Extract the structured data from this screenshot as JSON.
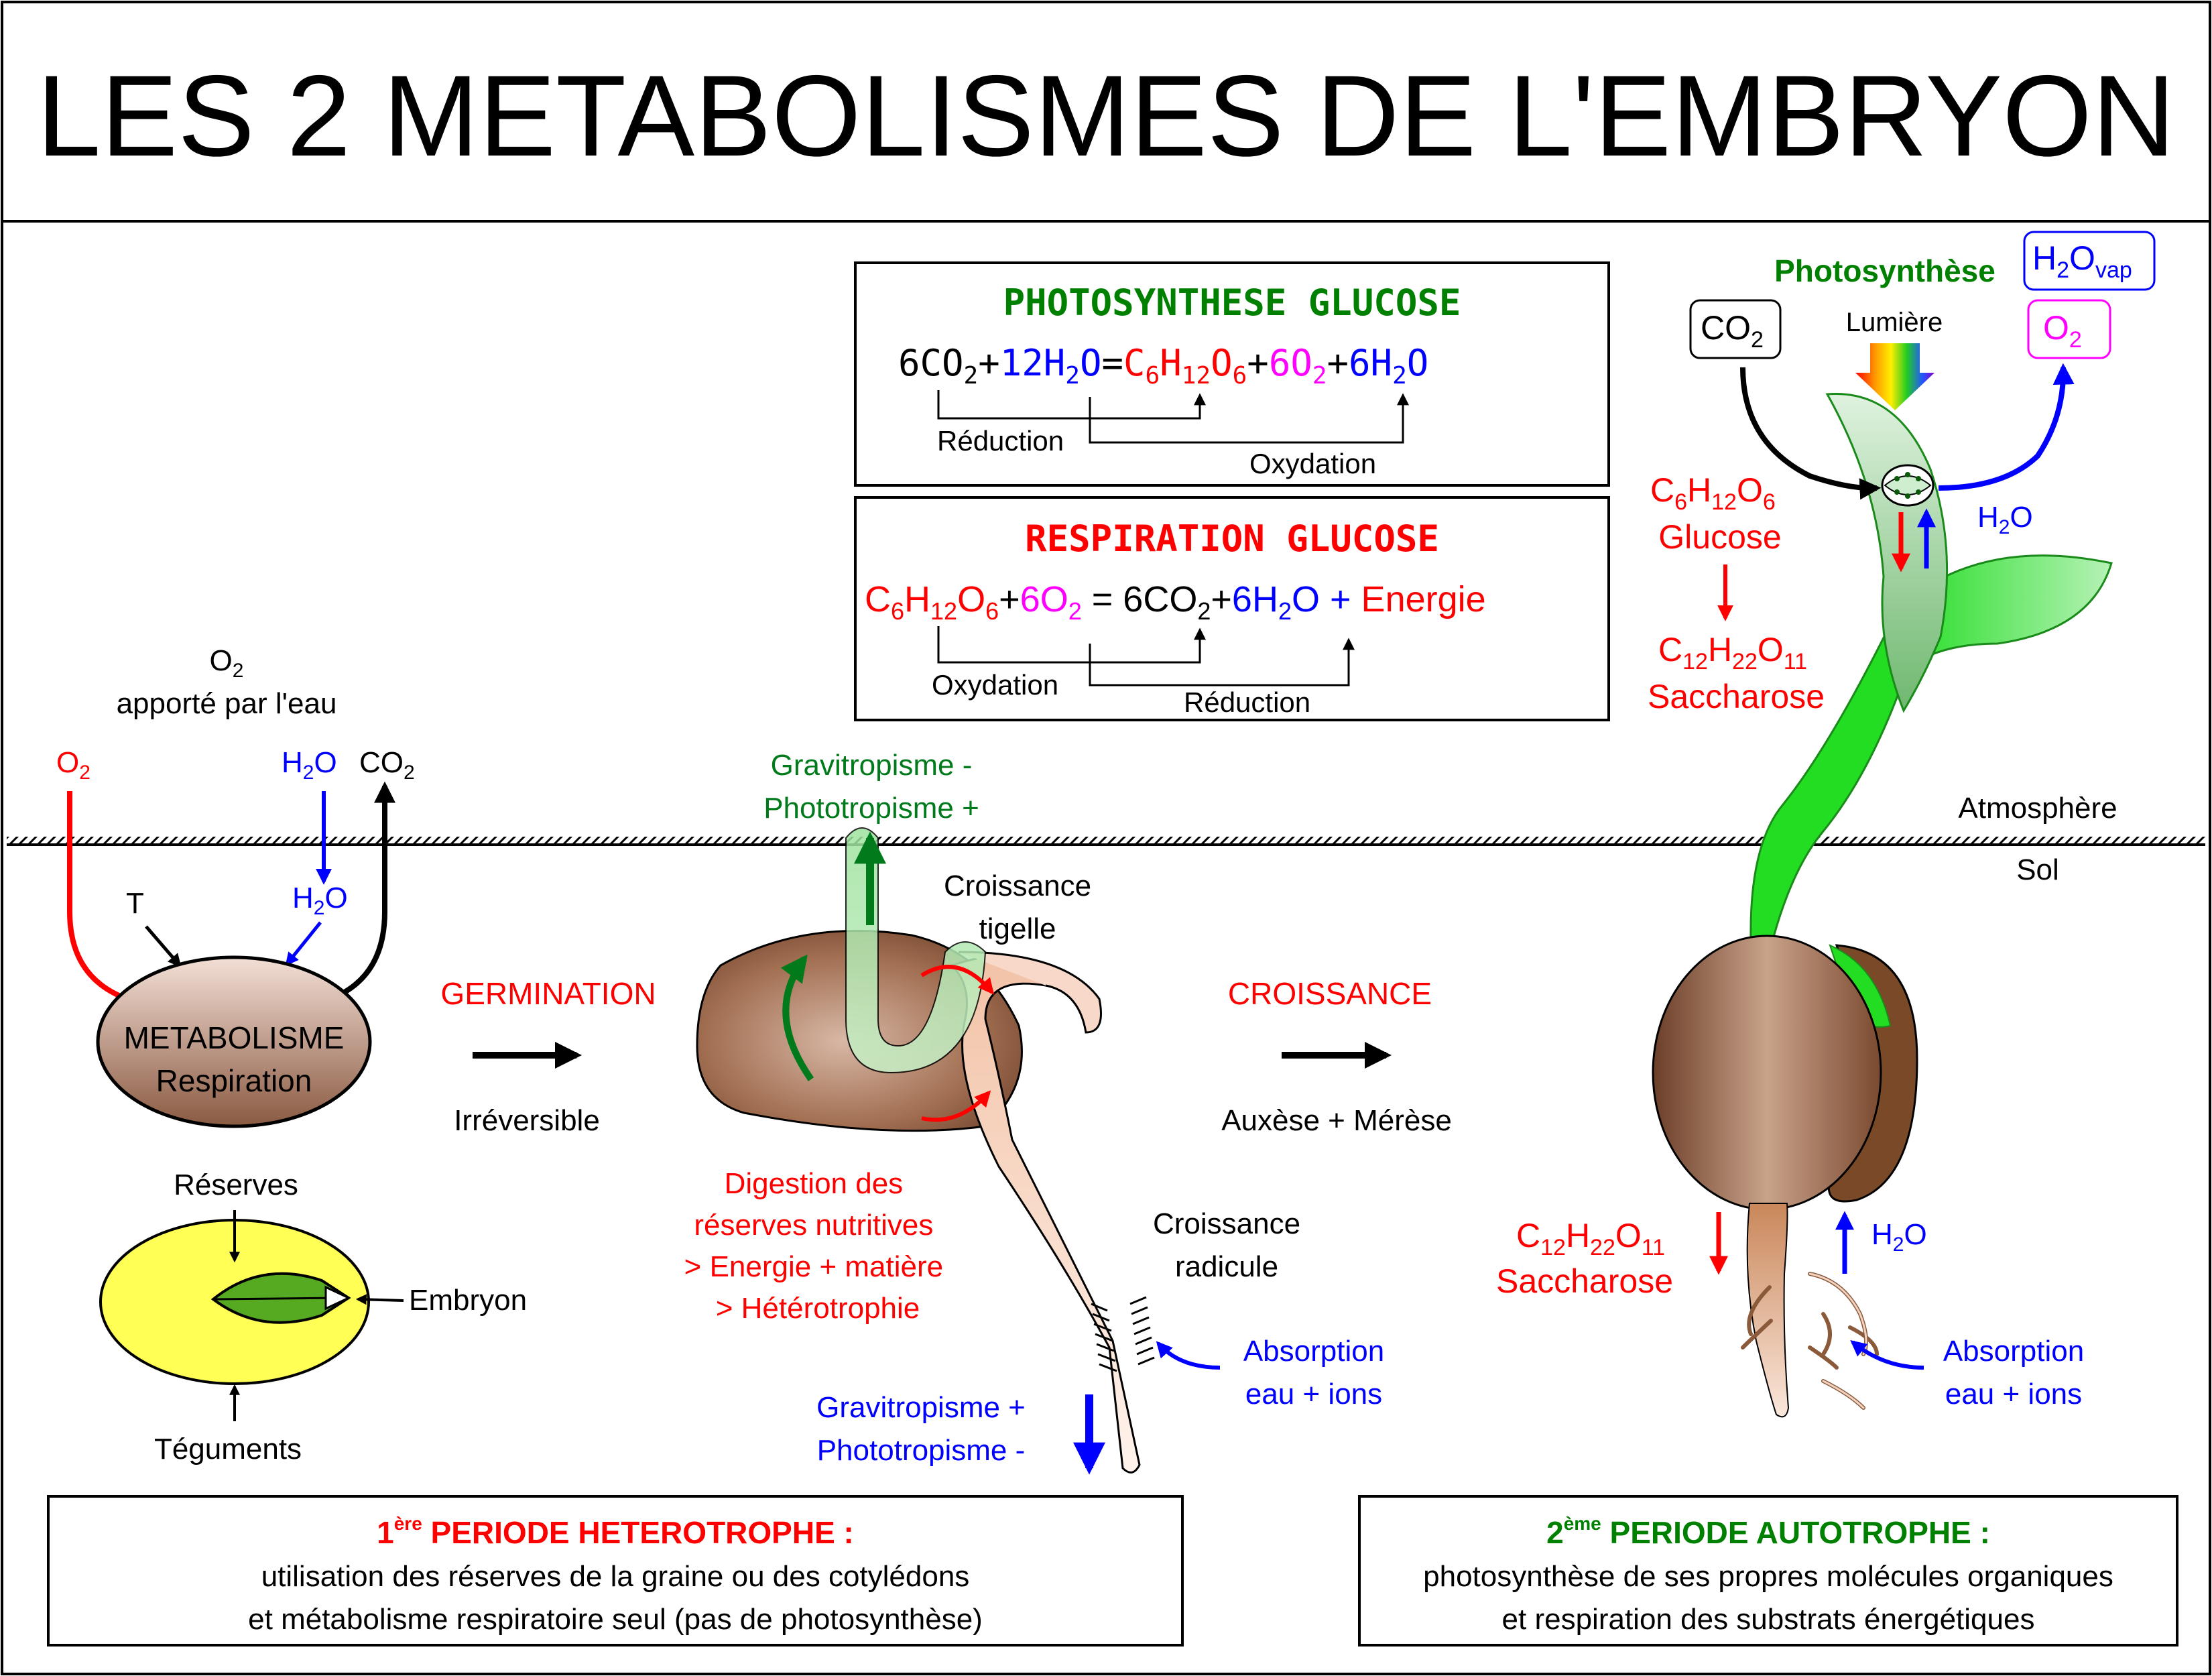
{
  "title": "LES 2 METABOLISMES DE L'EMBRYON",
  "colors": {
    "red": "#ff0000",
    "blue": "#0000ff",
    "green": "#008000",
    "magenta": "#ff00ff",
    "black": "#000000",
    "seed_brown": "#8b5a3c",
    "reserve_yellow": "#ffff55",
    "embryo_green": "#55aa22"
  },
  "photosynthesis_box": {
    "title": "PHOTOSYNTHESE GLUCOSE",
    "equation": {
      "co2": "6CO",
      "co2_sub": "2",
      "plus1": "+",
      "h2o": "12H",
      "h2o_sub": "2",
      "h2o_o": "O",
      "eq": "=",
      "glucose_c": "C",
      "glucose_c_sub": "6",
      "glucose_h": "H",
      "glucose_h_sub": "12",
      "glucose_o": "O",
      "glucose_o_sub": "6",
      "plus2": "+",
      "o2": "6O",
      "o2_sub": "2",
      "plus3": "+",
      "water_out": "6H",
      "water_out_sub": "2",
      "water_out_o": "O"
    },
    "reduction_label": "Réduction",
    "oxydation_label": "Oxydation"
  },
  "respiration_box": {
    "title": "RESPIRATION GLUCOSE",
    "equation": {
      "glucose_c": "C",
      "glucose_c_sub": "6",
      "glucose_h": "H",
      "glucose_h_sub": "12",
      "glucose_o": "O",
      "glucose_o_sub": "6",
      "plus1": "+",
      "o2": "6O",
      "o2_sub": "2",
      "eq": " = ",
      "co2": "6CO",
      "co2_sub": "2",
      "plus2": "+",
      "h2o": "6H",
      "h2o_sub": "2",
      "h2o_o": "O",
      "plus3": " + ",
      "energy": "Energie"
    },
    "oxydation_label": "Oxydation",
    "reduction_label": "Réduction"
  },
  "left_panel": {
    "o2_top": "O",
    "o2_top_sub": "2",
    "o2_water": "apporté par l'eau",
    "o2_in": "O",
    "o2_in_sub": "2",
    "h2o_in": "H",
    "h2o_in_sub": "2",
    "h2o_in_o": "O",
    "co2_out": "CO",
    "co2_out_sub": "2",
    "temperature": "T",
    "h2o_soil": "H",
    "h2o_soil_sub": "2",
    "h2o_soil_o": "O",
    "metabolism_label": "METABOLISME",
    "respiration_label": "Respiration",
    "reserves_label": "Réserves",
    "embryo_label": "Embryon",
    "teguments_label": "Téguments"
  },
  "germination": {
    "label": "GERMINATION",
    "sublabel": "Irréversible"
  },
  "croissance": {
    "label": "CROISSANCE",
    "sublabel": "Auxèse + Mérèse"
  },
  "middle_panel": {
    "tropism_up_1": "Gravitropisme -",
    "tropism_up_2": "Phototropisme +",
    "tigelle_1": "Croissance",
    "tigelle_2": "tigelle",
    "digestion": [
      "Digestion des",
      "réserves nutritives",
      "> Energie + matière",
      "> Hétérotrophie"
    ],
    "radicule_1": "Croissance",
    "radicule_2": "radicule",
    "absorption_1": "Absorption",
    "absorption_2": "eau + ions",
    "tropism_down_1": "Gravitropisme +",
    "tropism_down_2": "Phototropisme -"
  },
  "right_panel": {
    "photosynthese_label": "Photosynthèse",
    "h2ovap": "H",
    "h2ovap_sub": "2",
    "h2ovap_o": "O",
    "h2ovap_vap": "vap",
    "co2": "CO",
    "co2_sub": "2",
    "lumiere": "Lumière",
    "o2": "O",
    "o2_sub": "2",
    "glucose_formula_c": "C",
    "glucose_formula_c_sub": "6",
    "glucose_formula_h": "H",
    "glucose_formula_h_sub": "12",
    "glucose_formula_o": "O",
    "glucose_formula_o_sub": "6",
    "glucose_name": "Glucose",
    "sucrose_formula_c": "C",
    "sucrose_formula_c_sub": "12",
    "sucrose_formula_h": "H",
    "sucrose_formula_h_sub": "22",
    "sucrose_formula_o": "O",
    "sucrose_formula_o_sub": "11",
    "sucrose_name": "Saccharose",
    "h2o_leaf": "H",
    "h2o_leaf_sub": "2",
    "h2o_leaf_o": "O",
    "atmosphere": "Atmosphère",
    "sol": "Sol",
    "sucrose_root_c": "C",
    "sucrose_root_c_sub": "12",
    "sucrose_root_h": "H",
    "sucrose_root_h_sub": "22",
    "sucrose_root_o": "O",
    "sucrose_root_o_sub": "11",
    "sucrose_root_name": "Saccharose",
    "h2o_root": "H",
    "h2o_root_sub": "2",
    "h2o_root_o": "O",
    "absorption_1": "Absorption",
    "absorption_2": "eau + ions"
  },
  "bottom_left_box": {
    "ordinal": "1",
    "ordinal_sup": "ère",
    "title": " PERIODE HETEROTROPHE :",
    "line1": "utilisation des réserves de la graine ou des cotylédons",
    "line2": "et métabolisme respiratoire seul (pas de photosynthèse)"
  },
  "bottom_right_box": {
    "ordinal": "2",
    "ordinal_sup": "ème",
    "title": " PERIODE AUTOTROPHE :",
    "line1": "photosynthèse de ses propres molécules organiques",
    "line2": "et respiration des substrats énergétiques"
  }
}
